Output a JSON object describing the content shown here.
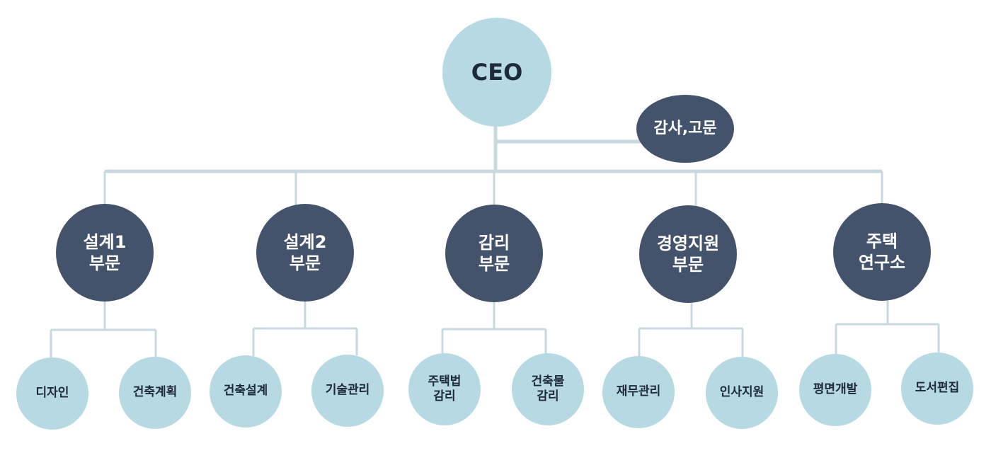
{
  "ceo": {
    "label": "CEO"
  },
  "advisor": {
    "label": "감사,고문"
  },
  "departments": [
    {
      "line1": "설계1",
      "line2": "부문",
      "teams": [
        {
          "line1": "디자인",
          "line2": ""
        },
        {
          "line1": "건축계획",
          "line2": ""
        }
      ]
    },
    {
      "line1": "설계2",
      "line2": "부문",
      "teams": [
        {
          "line1": "건축설계",
          "line2": ""
        },
        {
          "line1": "기술관리",
          "line2": ""
        }
      ]
    },
    {
      "line1": "감리",
      "line2": "부문",
      "teams": [
        {
          "line1": "주택법",
          "line2": "감리"
        },
        {
          "line1": "건축물",
          "line2": "감리"
        }
      ]
    },
    {
      "line1": "경영지원",
      "line2": "부문",
      "teams": [
        {
          "line1": "재무관리",
          "line2": ""
        },
        {
          "line1": "인사지원",
          "line2": ""
        }
      ]
    },
    {
      "line1": "주택",
      "line2": "연구소",
      "teams": [
        {
          "line1": "평면개발",
          "line2": ""
        },
        {
          "line1": "도서편집",
          "line2": ""
        }
      ]
    }
  ],
  "colors": {
    "dark_node": "#43536b",
    "light_node": "#b7d9e3",
    "connector": "#c7d8de"
  }
}
